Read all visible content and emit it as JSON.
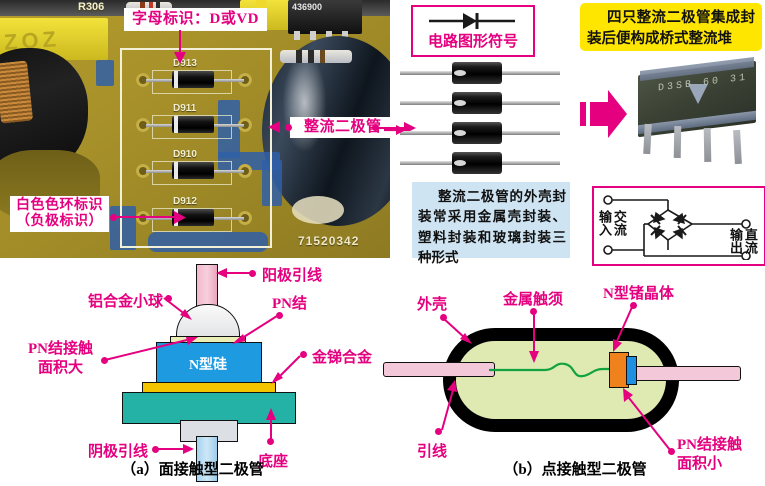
{
  "figure": {
    "caption_a": "（a）面接触型二极管",
    "caption_b": "（b）点接触型二极管"
  },
  "pcb_photo": {
    "name": "rectifier-diode-pcb-photo",
    "silk_labels": [
      "D913",
      "D911",
      "D910",
      "D912"
    ],
    "board_marks": [
      "R306",
      "436900",
      "71520342"
    ],
    "callouts": {
      "letter_code": "字母标识：D或VD",
      "white_ring": "白色色环标识\n（负极标识）",
      "rectifier_diode": "整流二极管"
    }
  },
  "symbol_box": {
    "label": "电路图形符号",
    "icon": "diode-symbol-icon"
  },
  "yellow_note": {
    "text": "四只整流二极管集成封装后便构成桥式整流堆"
  },
  "blue_note": {
    "text": "整流二极管的外壳封装常采用金属壳封装、塑料封装和玻璃封装三种形式"
  },
  "diode_strip": {
    "name": "four-diodes-photo",
    "count": 4
  },
  "bridge_module": {
    "name": "bridge-rectifier-module-photo",
    "marking": "D3SB 60 31"
  },
  "bridge_circuit": {
    "ac_input": "交流\n输入",
    "dc_output": "直流\n输出",
    "diode_count": 4
  },
  "diagram_a": {
    "title": "面接触型二极管",
    "labels": {
      "anode_lead": "阳极引线",
      "al_ball": "铝合金小球",
      "pn_junction": "PN结",
      "pn_contact_area": "PN结接触\n面积大",
      "n_silicon": "N型硅",
      "gold_antimony": "金锑合金",
      "cathode_lead": "阴极引线",
      "base": "底座"
    },
    "colors": {
      "n_silicon": "#1e9ae0",
      "gold_antimony": "#f5c400",
      "base": "#23b2a5",
      "anode_lead": "#f3b9cd",
      "cathode_lead": "#a7d3ef",
      "pn_junction": "#e8eeb6"
    }
  },
  "diagram_b": {
    "title": "点接触型二极管",
    "labels": {
      "shell": "外壳",
      "metal_whisker": "金属触须",
      "n_germanium": "N型锗晶体",
      "lead": "引线",
      "pn_contact_area": "PN结接触\n面积小"
    },
    "colors": {
      "shell": "#000000",
      "fill": "#dfe9b2",
      "whisker": "#12a340",
      "n_germanium": "#f0821e",
      "pn_block": "#1f8fe0",
      "lead": "#f3c9da"
    }
  },
  "accent_colors": {
    "magenta": "#e5007f",
    "yellow": "#ffe600",
    "light_blue": "#cfe4f2"
  }
}
